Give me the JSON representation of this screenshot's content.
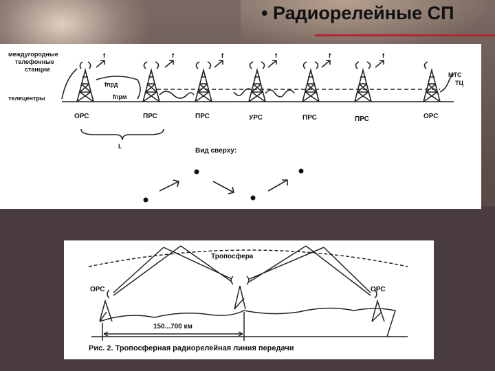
{
  "slide": {
    "title": "• Радиорелейные СП"
  },
  "top_diagram": {
    "labels": {
      "intercity": [
        "междугородные",
        "телефонные",
        "станции"
      ],
      "tv_centers": "телецентры",
      "f": "f",
      "f_prd": "fпрд",
      "f_prm": "fпрм",
      "mts": "МТС",
      "tc": "ТЦ",
      "L": "L",
      "top_view": "Вид сверху:"
    },
    "stations": [
      "ОРС",
      "ПРС",
      "ПРС",
      "УРС",
      "ПРС",
      "ПРС",
      "ОРС"
    ]
  },
  "bottom_diagram": {
    "troposphere": "Тропосфера",
    "ors_left": "ОРС",
    "ors_right": "ОРС",
    "distance": "150...700 км",
    "caption": "Рис. 2. Тропосферная радиорелейная линия передачи"
  }
}
